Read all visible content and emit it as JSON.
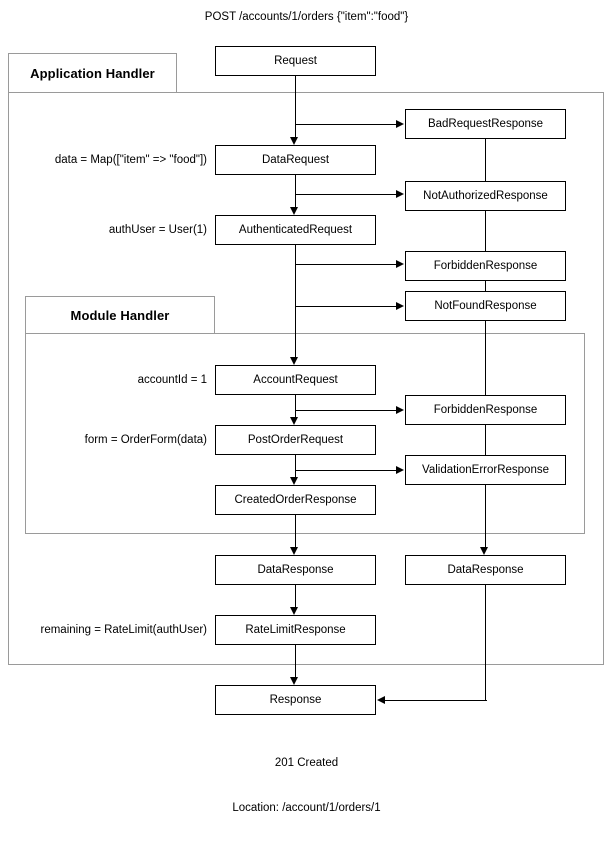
{
  "diagram": {
    "title": "POST /accounts/1/orders {\"item\":\"food\"}",
    "footer_line1": "201 Created",
    "footer_line2": "Location: /account/1/orders/1",
    "groups": [
      {
        "id": "application-handler",
        "label": "Application Handler"
      },
      {
        "id": "module-handler",
        "label": "Module Handler"
      }
    ],
    "nodes": {
      "request": "Request",
      "bad_request_response": "BadRequestResponse",
      "data_request": "DataRequest",
      "not_authorized_response": "NotAuthorizedResponse",
      "authenticated_request": "AuthenticatedRequest",
      "forbidden_response_app": "ForbiddenResponse",
      "not_found_response": "NotFoundResponse",
      "account_request": "AccountRequest",
      "forbidden_response_module": "ForbiddenResponse",
      "post_order_request": "PostOrderRequest",
      "validation_error_response": "ValidationErrorResponse",
      "created_order_response": "CreatedOrderResponse",
      "data_response_left": "DataResponse",
      "data_response_right": "DataResponse",
      "rate_limit_response": "RateLimitResponse",
      "response": "Response"
    },
    "notes": {
      "data_map": "data = Map([\"item\" => \"food\"])",
      "auth_user": "authUser = User(1)",
      "account_id": "accountId = 1",
      "form": "form = OrderForm(data)",
      "remaining": "remaining = RateLimit(authUser)"
    },
    "colors": {
      "node_border": "#000000",
      "group_border": "#9a9a9a",
      "background": "#ffffff",
      "text": "#000000"
    }
  }
}
